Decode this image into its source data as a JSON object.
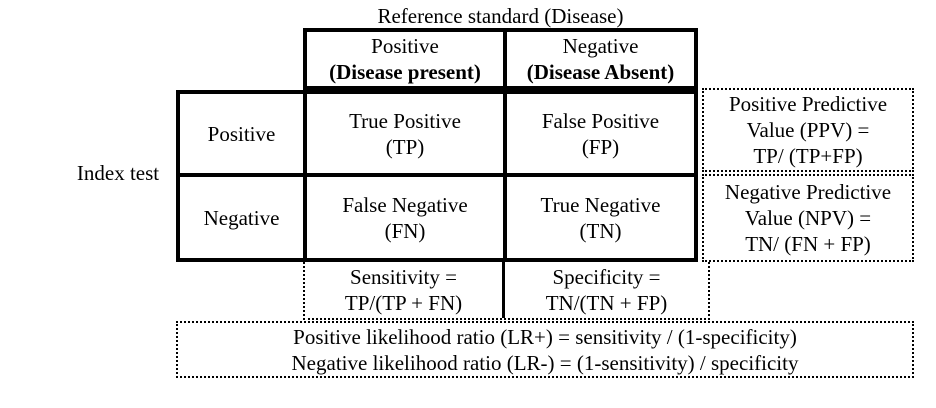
{
  "title": "Reference standard (Disease)",
  "index_test_label": "Index test",
  "reference_columns": [
    {
      "label": "Positive",
      "sublabel": "(Disease present)"
    },
    {
      "label": "Negative",
      "sublabel": "(Disease Absent)"
    }
  ],
  "matrix": {
    "rows": [
      {
        "label": "Positive",
        "cells": [
          [
            "True Positive",
            "(TP)"
          ],
          [
            "False Positive",
            "(FP)"
          ]
        ]
      },
      {
        "label": "Negative",
        "cells": [
          [
            "False Negative",
            "(FN)"
          ],
          [
            "True Negative",
            "(TN)"
          ]
        ]
      }
    ]
  },
  "formulas": {
    "ppv": {
      "lines": [
        "Positive Predictive",
        "Value (PPV) =",
        "TP/ (TP+FP)"
      ]
    },
    "npv": {
      "lines": [
        "Negative Predictive",
        "Value (NPV) =",
        "TN/ (FN + FP)"
      ]
    },
    "sensitivity": {
      "lines": [
        "Sensitivity =",
        "TP/(TP + FN)"
      ]
    },
    "specificity": {
      "lines": [
        "Specificity =",
        "TN/(TN + FP)"
      ]
    },
    "likelihood_ratios": {
      "lines": [
        "Positive likelihood ratio (LR+) = sensitivity / (1-specificity)",
        "Negative likelihood ratio (LR-) = (1-sensitivity) / specificity"
      ]
    }
  },
  "colors": {
    "text": "#000000",
    "border": "#000000",
    "background": "#ffffff"
  }
}
